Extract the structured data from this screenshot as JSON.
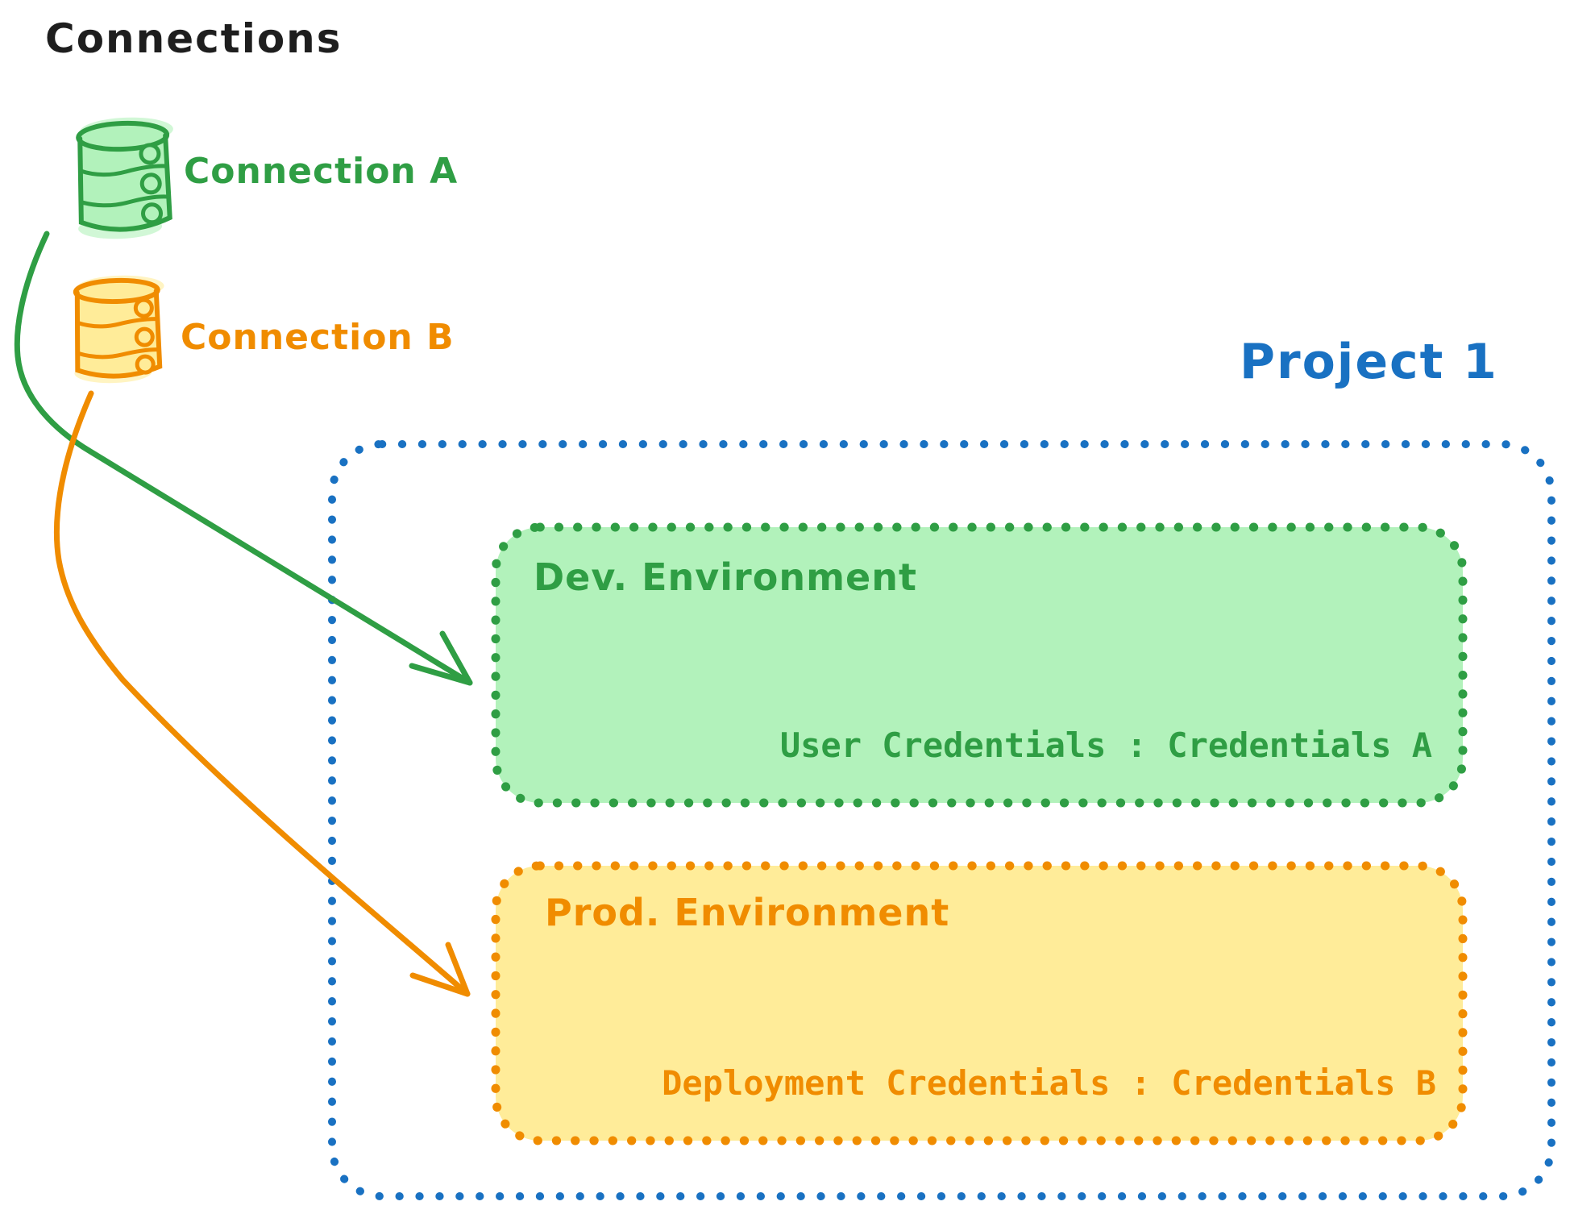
{
  "title": "Connections",
  "palette": {
    "black": "#1e1e1e",
    "green": "#2f9e44",
    "green_fill": "#b2f2bb",
    "orange": "#f08c00",
    "orange_fill": "#ffec99",
    "blue": "#1971c2"
  },
  "connections": [
    {
      "label": "Connection A",
      "color": "#2f9e44",
      "icon": "database-icon"
    },
    {
      "label": "Connection B",
      "color": "#f08c00",
      "icon": "database-icon"
    }
  ],
  "arrows": [
    {
      "name": "connection-a-to-dev",
      "color": "#2f9e44"
    },
    {
      "name": "connection-b-to-prod",
      "color": "#f08c00"
    }
  ],
  "project": {
    "title": "Project 1",
    "environments": [
      {
        "title": "Dev. Environment",
        "credentials_label": "User Credentials : Credentials A"
      },
      {
        "title": "Prod. Environment",
        "credentials_label": "Deployment Credentials : Credentials B"
      }
    ]
  }
}
